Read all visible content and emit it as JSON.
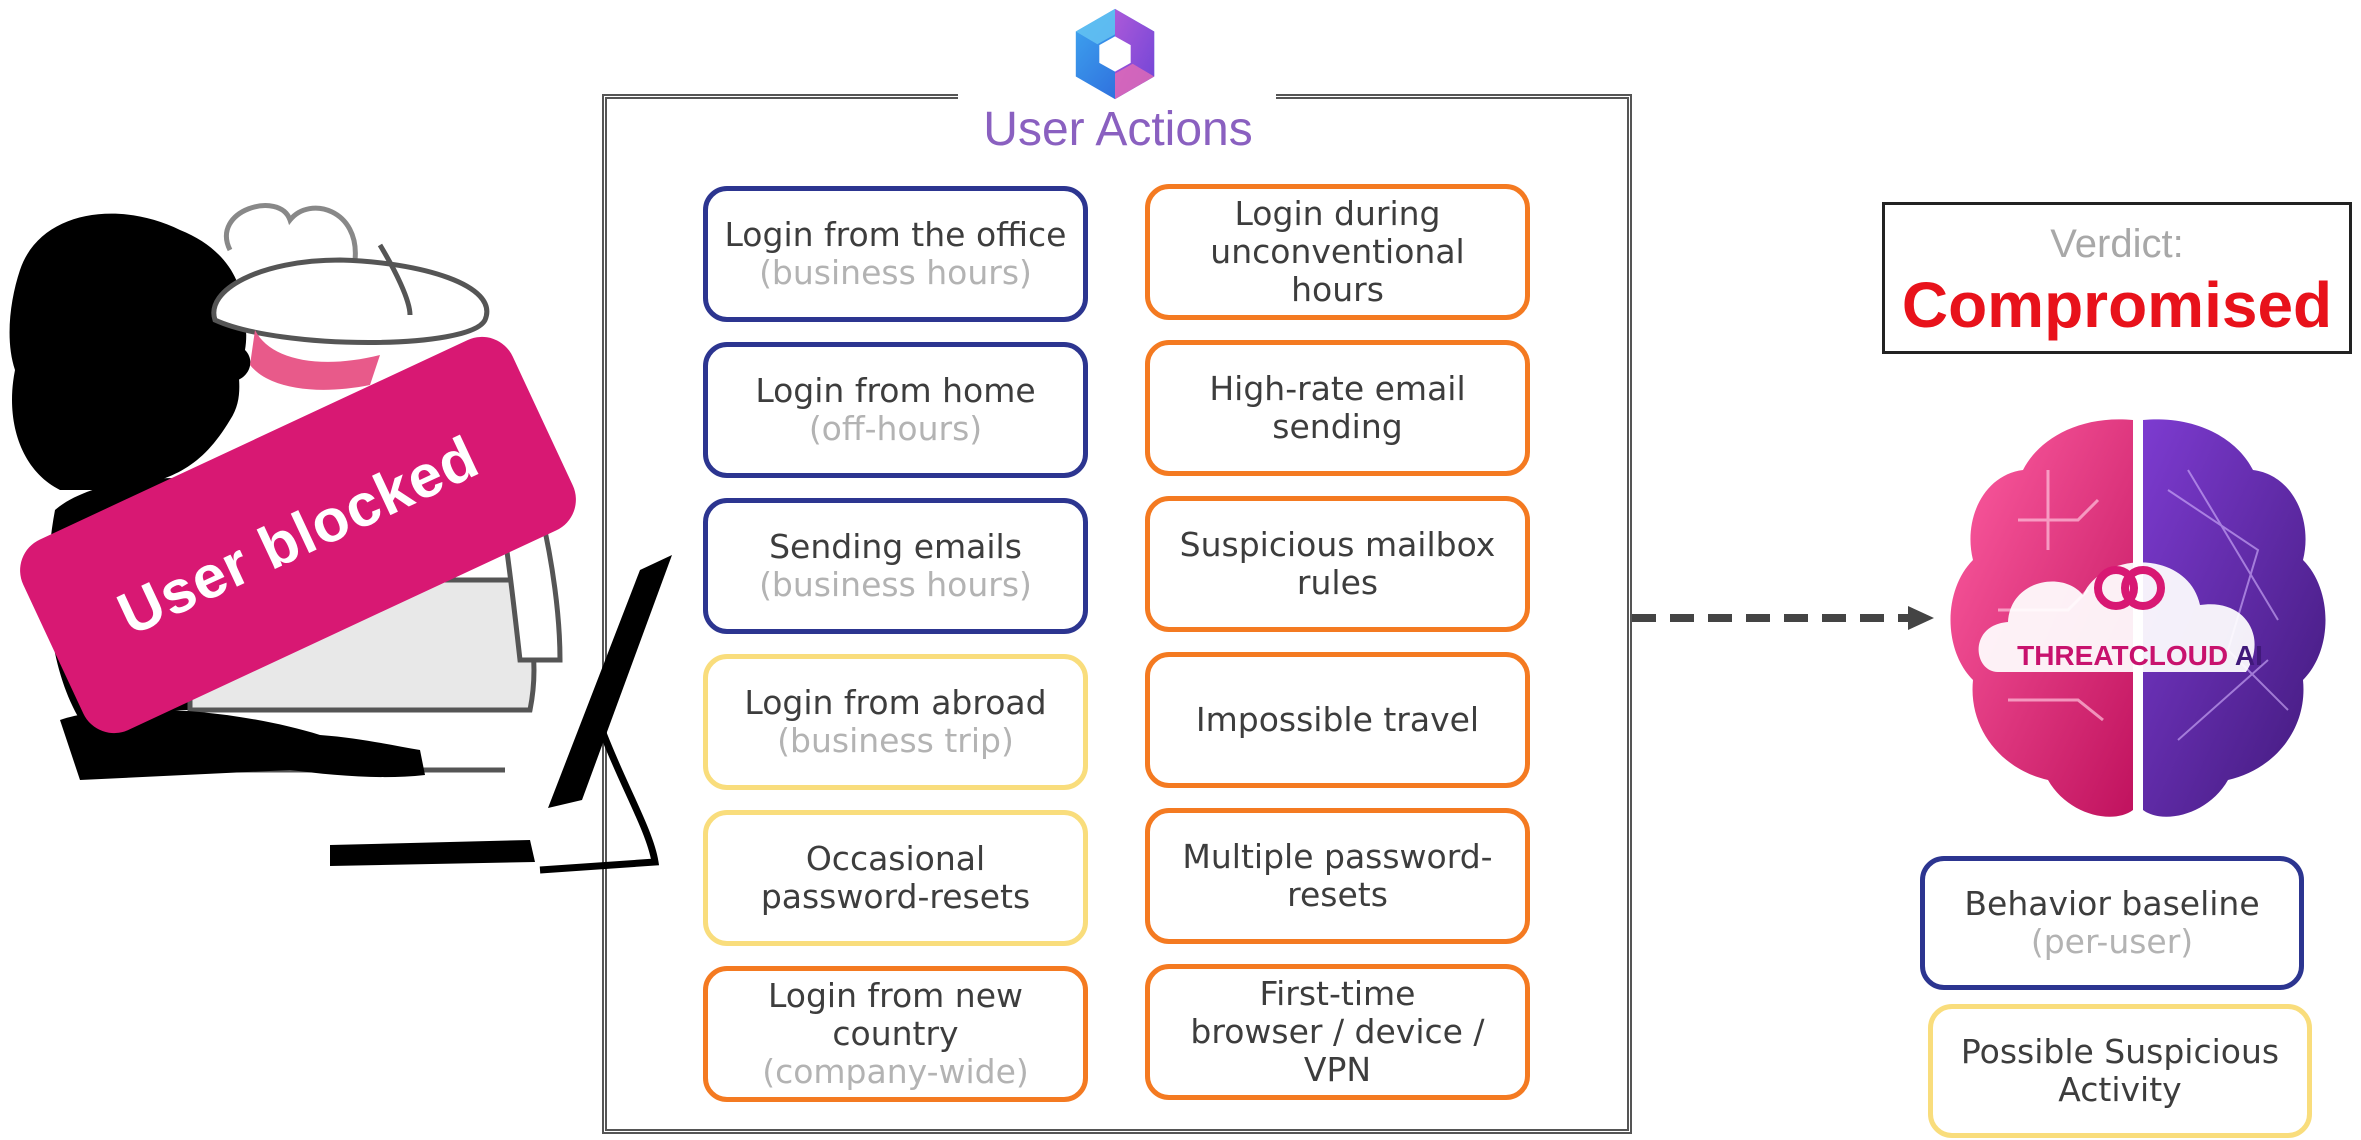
{
  "diagram": {
    "title": "User Actions",
    "blocked_label": "User blocked",
    "verdict": {
      "label": "Verdict:",
      "value": "Compromised"
    },
    "brand": {
      "name_prefix": "THREATCLOUD",
      "name_suffix": "AI"
    },
    "colors": {
      "normal": "#2c3590",
      "possible_suspicious": "#f9dd7c",
      "suspicious": "#f47a21",
      "verdict": "#e8121b",
      "blocked": "#d81873",
      "title": "#8a60c0"
    },
    "left_actions": [
      {
        "lines": [
          "Login from the office"
        ],
        "sub": "(business hours)",
        "kind": "blue"
      },
      {
        "lines": [
          "Login from home"
        ],
        "sub": "(off-hours)",
        "kind": "blue"
      },
      {
        "lines": [
          "Sending emails"
        ],
        "sub": "(business hours)",
        "kind": "blue"
      },
      {
        "lines": [
          "Login from abroad"
        ],
        "sub": "(business trip)",
        "kind": "yellow"
      },
      {
        "lines": [
          "Occasional",
          "password-resets"
        ],
        "sub": "",
        "kind": "yellow"
      },
      {
        "lines": [
          "Login from new",
          "country"
        ],
        "sub": "(company-wide)",
        "kind": "orange"
      }
    ],
    "right_actions": [
      {
        "lines": [
          "Login during",
          "unconventional",
          "hours"
        ],
        "sub": "",
        "kind": "orange"
      },
      {
        "lines": [
          "High-rate email",
          "sending"
        ],
        "sub": "",
        "kind": "orange"
      },
      {
        "lines": [
          "Suspicious mailbox",
          "rules"
        ],
        "sub": "",
        "kind": "orange"
      },
      {
        "lines": [
          "Impossible travel"
        ],
        "sub": "",
        "kind": "orange"
      },
      {
        "lines": [
          "Multiple password-",
          "resets"
        ],
        "sub": "",
        "kind": "orange"
      },
      {
        "lines": [
          "First-time",
          "browser / device /",
          "VPN"
        ],
        "sub": "",
        "kind": "orange"
      }
    ],
    "legend": [
      {
        "lines": [
          "Behavior baseline"
        ],
        "sub": "(per-user)",
        "kind": "blue"
      },
      {
        "lines": [
          "Possible Suspicious",
          "Activity"
        ],
        "sub": "",
        "kind": "yellow"
      }
    ]
  }
}
